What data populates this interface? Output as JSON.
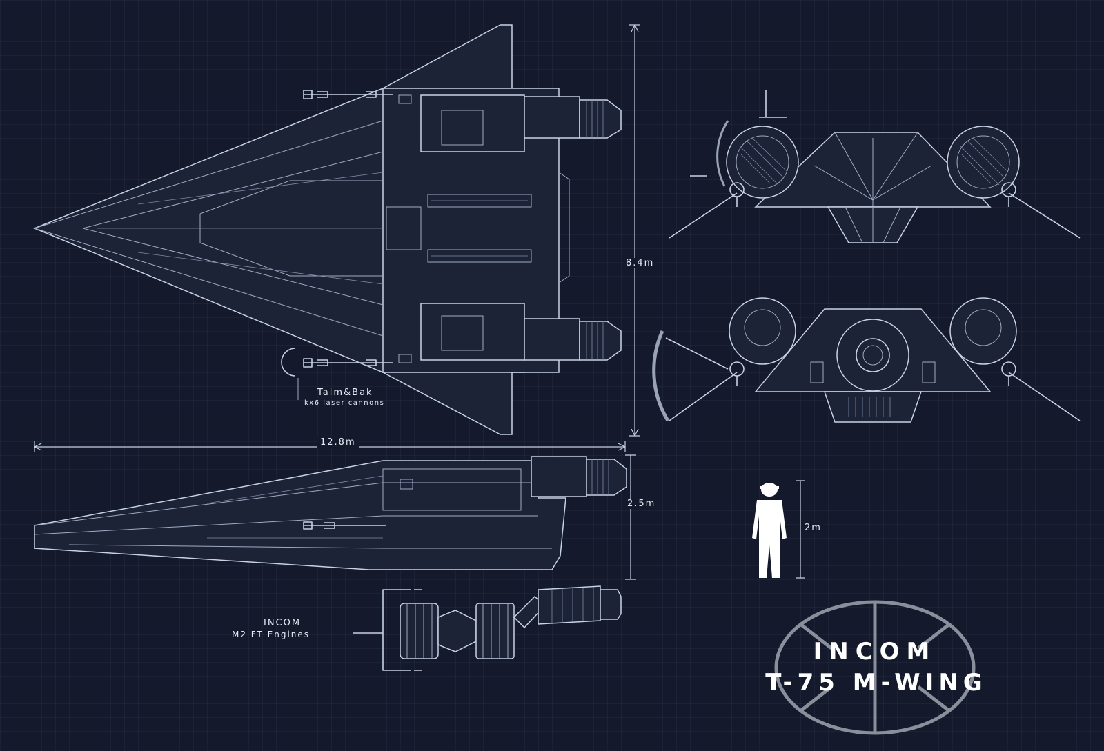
{
  "dimensions": {
    "length": "12.8m",
    "width": "8.4m",
    "height": "2.5m",
    "pilot_height": "2m"
  },
  "callouts": {
    "weapons_maker": "Taim&Bak",
    "weapons_model": "kx6 laser cannons",
    "engine_maker": "INCOM",
    "engine_model": "M2 FT Engines"
  },
  "title": {
    "manufacturer": "INCOM",
    "ship": "T-75 M-WING"
  },
  "colors": {
    "background": "#141a2b",
    "line": "#c8d2e6",
    "emblem": "#8a8f9c"
  }
}
